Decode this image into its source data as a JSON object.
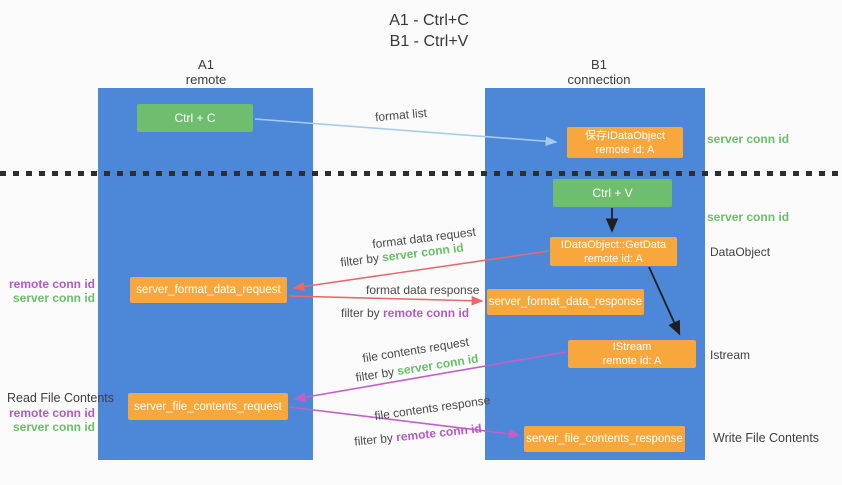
{
  "title": {
    "line1": "A1 - Ctrl+C",
    "line2": "B1 - Ctrl+V"
  },
  "lifelines": {
    "a1": {
      "name": "A1",
      "role": "remote"
    },
    "b1": {
      "name": "B1",
      "role": "connection"
    }
  },
  "nodes": {
    "ctrl_c": {
      "label": "Ctrl + C"
    },
    "ctrl_v": {
      "label": "Ctrl + V"
    },
    "save_idataobject": {
      "line1": "保存IDataObject",
      "line2": "remote id: A"
    },
    "getdata": {
      "line1": "IDataObject::GetData",
      "line2": "remote id: A"
    },
    "istream": {
      "line1": "IStream",
      "line2": "remote id: A"
    },
    "format_request": {
      "label": "server_format_data_request"
    },
    "format_response": {
      "label": "server_format_data_response"
    },
    "file_request": {
      "label": "server_file_contents_request"
    },
    "file_response": {
      "label": "server_file_contents_response"
    }
  },
  "edge_labels": {
    "format_list": "format list",
    "format_data_request": "format data request",
    "format_data_response": "format data response",
    "file_contents_request": "file contents request",
    "file_contents_response": "file contents response",
    "filter_by": "filter by "
  },
  "ids": {
    "server_conn_id": "server conn id",
    "remote_conn_id": "remote conn id"
  },
  "side_labels": {
    "dataobject": "DataObject",
    "istream": "Istream",
    "read_file_contents": "Read File Contents",
    "write_file_contents": "Write File Contents"
  },
  "colors": {
    "background": "#fafafa",
    "column_blue": "#4d87d8",
    "box_green": "#6fbe70",
    "box_orange": "#f7a73c",
    "server_id_green": "#6abf69",
    "remote_id_purple": "#b35bc4",
    "arrow_red": "#e66a6c",
    "arrow_magenta": "#c45ec9",
    "arrow_blue": "#a3cbeb",
    "arrow_black": "#1f1f1f",
    "dash_line": "#2e2e2e"
  }
}
